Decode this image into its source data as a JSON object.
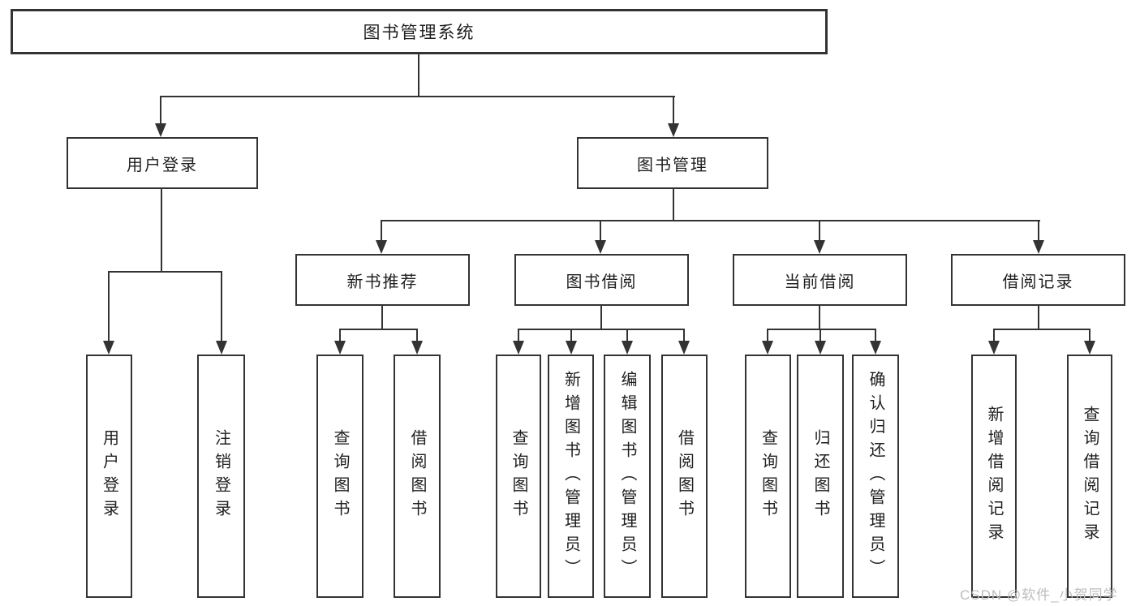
{
  "diagram": {
    "root": {
      "label": "图书管理系统"
    },
    "level2": [
      {
        "label": "用户登录"
      },
      {
        "label": "图书管理"
      }
    ],
    "level3": [
      {
        "label": "新书推荐"
      },
      {
        "label": "图书借阅"
      },
      {
        "label": "当前借阅"
      },
      {
        "label": "借阅记录"
      }
    ],
    "leaves": {
      "user_login": [
        {
          "label": "用户登录"
        },
        {
          "label": "注销登录"
        }
      ],
      "new_book_recommend": [
        {
          "label": "查询图书"
        },
        {
          "label": "借阅图书"
        }
      ],
      "book_borrow": [
        {
          "label": "查询图书"
        },
        {
          "label": "新增图书（管理员）"
        },
        {
          "label": "编辑图书（管理员）"
        },
        {
          "label": "借阅图书"
        }
      ],
      "current_borrow": [
        {
          "label": "查询图书"
        },
        {
          "label": "归还图书"
        },
        {
          "label": "确认归还（管理员）"
        }
      ],
      "borrow_records": [
        {
          "label": "新增借阅记录"
        },
        {
          "label": "查询借阅记录"
        }
      ]
    },
    "watermark": "CSDN @软件_小贺同学",
    "colors": {
      "line": "#333333",
      "text": "#1f1f1f",
      "box_fill": "#ffffff",
      "watermark": "#bdbdbd"
    }
  }
}
